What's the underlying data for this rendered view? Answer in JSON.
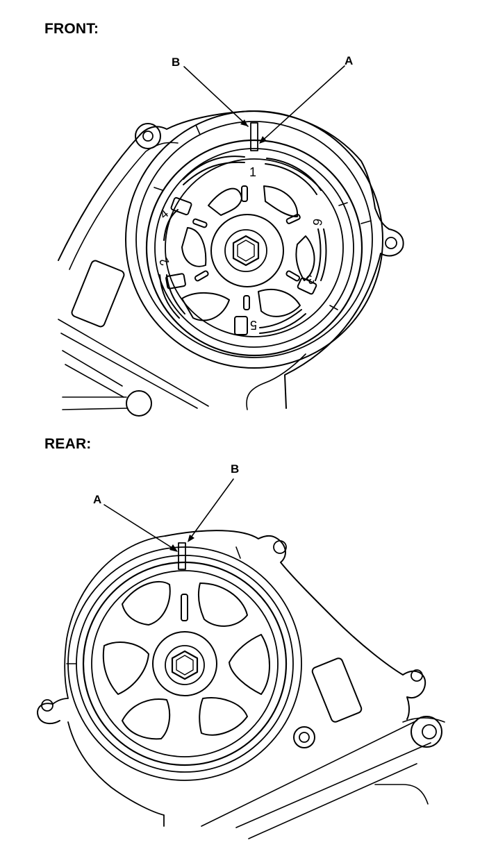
{
  "front": {
    "title": "FRONT:",
    "label_a": "A",
    "label_b": "B",
    "cylinder_marks": [
      "1",
      "6",
      "3",
      "5",
      "2",
      "4"
    ]
  },
  "rear": {
    "title": "REAR:",
    "label_a": "A",
    "label_b": "B"
  },
  "colors": {
    "ink": "#000000",
    "background": "#ffffff"
  }
}
